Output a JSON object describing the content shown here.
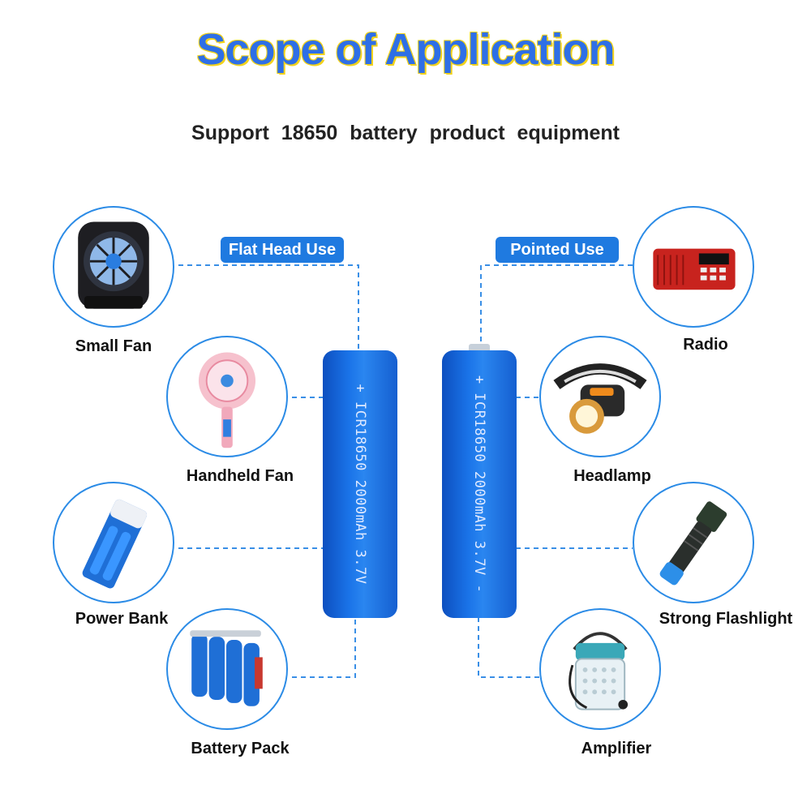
{
  "title": "Scope of Application",
  "subtitle": "Support  18650  battery  product  equipment",
  "left_tag": "Flat Head Use",
  "right_tag": "Pointed Use",
  "battery_left_text": "+ ICR18650 2000mAh 3.7V",
  "battery_right_text": "+ ICR18650 2000mAh 3.7V -",
  "items_left": [
    "Small Fan",
    "Handheld Fan",
    "Power Bank",
    "Battery Pack"
  ],
  "items_right": [
    "Radio",
    "Headlamp",
    "Strong Flashlight",
    "Amplifier"
  ],
  "colors": {
    "accent": "#1f7ae0",
    "title": "#2e6fe6",
    "title_outline": "#f2d21b",
    "battery": "#1a73e8"
  }
}
